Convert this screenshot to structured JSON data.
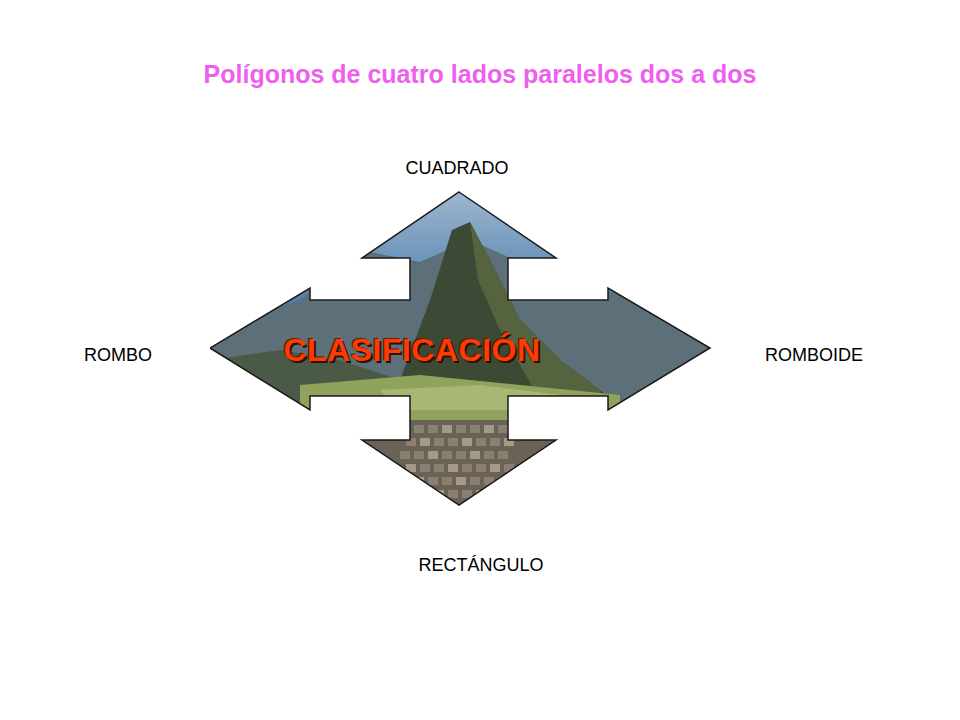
{
  "diagram": {
    "title": "Polígonos de cuatro lados paralelos dos a dos",
    "nodes": [
      {
        "text": [
          "CLASIFICACIÓN"
        ]
      }
    ],
    "labels": [
      "CUADRADO",
      "ROMBO",
      "ROMBOIDE",
      "RECTÁNGULO"
    ]
  }
}
